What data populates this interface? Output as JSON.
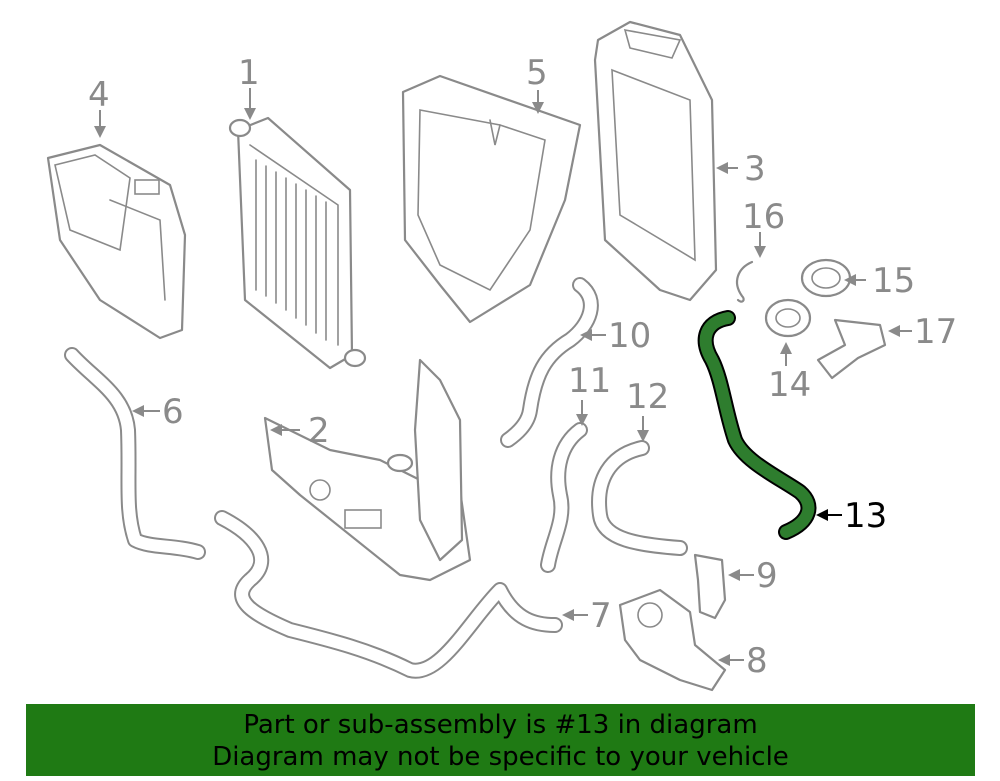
{
  "diagram": {
    "callouts": [
      "1",
      "2",
      "3",
      "4",
      "5",
      "6",
      "7",
      "8",
      "9",
      "10",
      "11",
      "12",
      "13",
      "14",
      "15",
      "16",
      "17"
    ],
    "highlighted_part": "13",
    "highlight_color": "#2e7d2e"
  },
  "banner": {
    "line1": "Part or sub-assembly is #13 in diagram",
    "line2": "Diagram may not be specific to your vehicle",
    "background": "#1f7a14"
  }
}
